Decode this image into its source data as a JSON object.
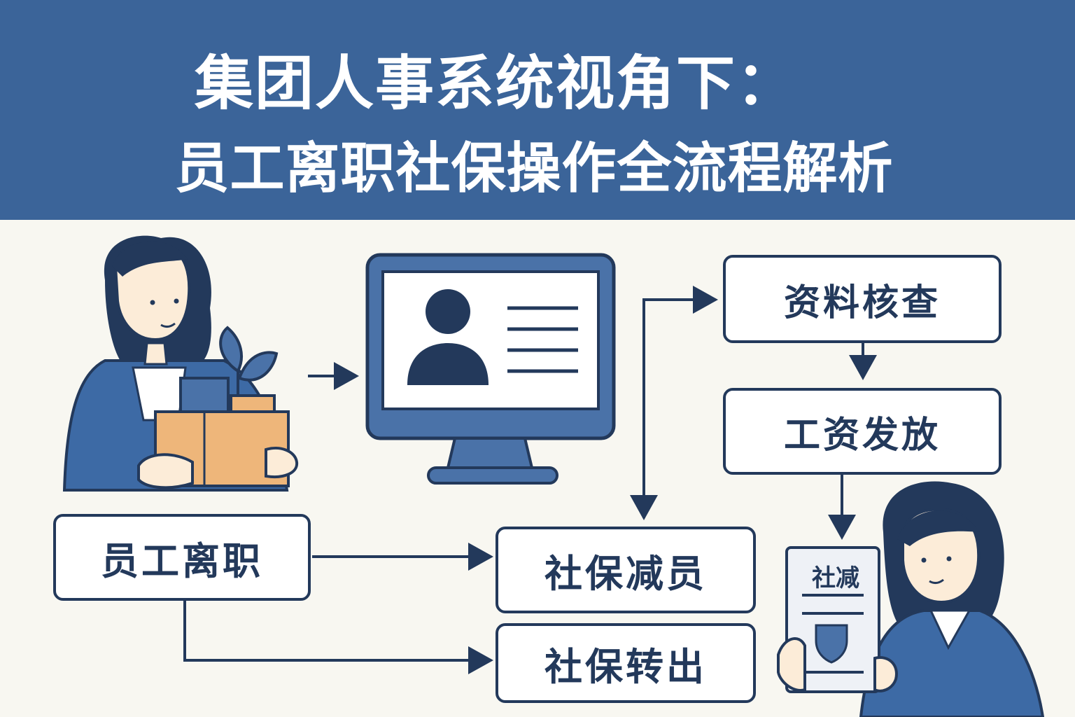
{
  "header": {
    "title_line1": "集团人事系统视角下：",
    "title_line2": "员工离职社保操作全流程解析"
  },
  "flow": {
    "resign": "员工离职",
    "verify": "资料核查",
    "salary": "工资发放",
    "reduce": "社保减员",
    "transfer": "社保转出"
  },
  "document": {
    "title": "社减"
  },
  "colors": {
    "header_bg": "#3b6499",
    "dark_navy": "#23395b",
    "accent_blue": "#4a72a8",
    "box_orange": "#eeb67a",
    "background": "#f8f7f1"
  },
  "icons": [
    "employee-with-box-icon",
    "monitor-profile-icon",
    "hr-staff-with-document-icon",
    "shield-icon",
    "plant-icon"
  ]
}
